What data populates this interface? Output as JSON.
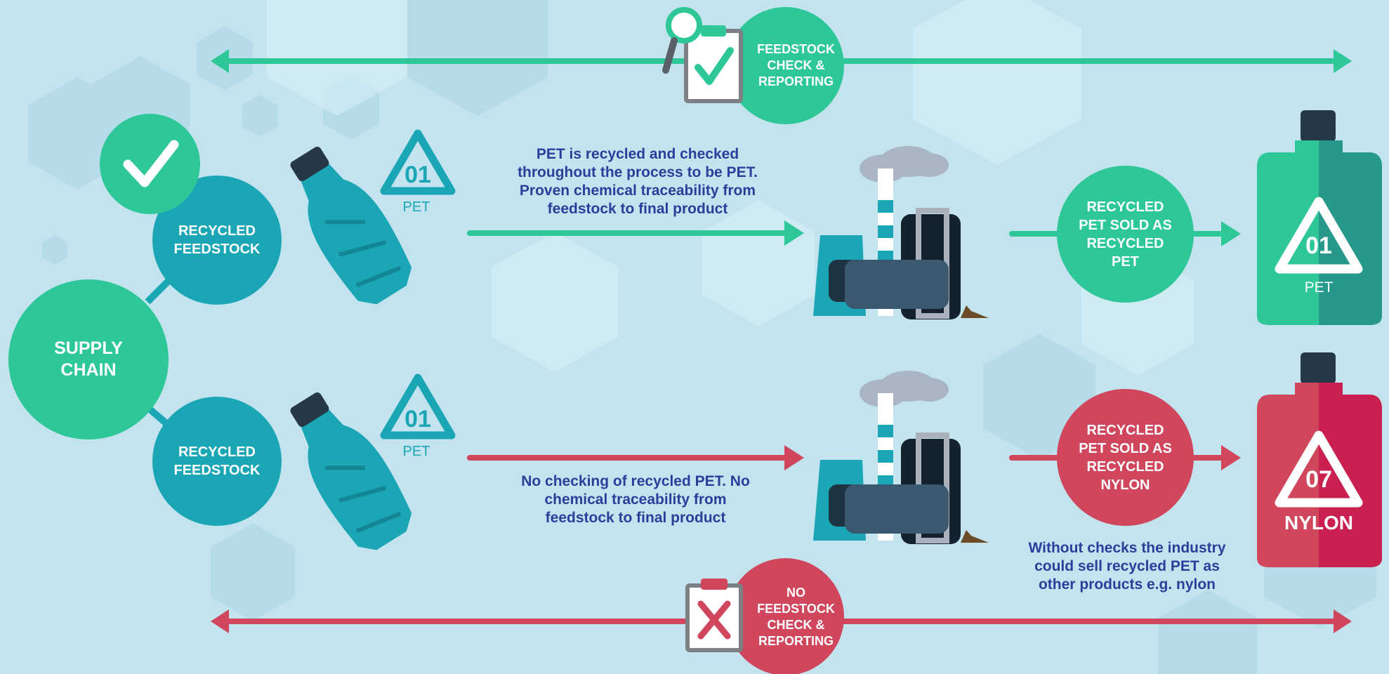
{
  "colors": {
    "background": "#c3e3ef",
    "green": "#2ec898",
    "teal": "#1aa6b5",
    "red": "#d0475d",
    "navy_text": "#2c3e9a",
    "factory_dark": "#1f3443"
  },
  "top_banner": {
    "label": "FEEDSTOCK CHECK & REPORTING",
    "icon": "clipboard-check-magnifier-icon"
  },
  "bottom_banner": {
    "label": "NO FEEDSTOCK CHECK & REPORTING",
    "icon": "clipboard-cross-icon"
  },
  "supply_chain": {
    "label": "SUPPLY CHAIN"
  },
  "checkmark_icon": "checkmark-icon",
  "rows": [
    {
      "feedstock_label": "RECYCLED FEEDSTOCK",
      "bottle_icon": "plastic-bottle-icon",
      "resin_code": "01",
      "resin_label": "PET",
      "description": "PET is recycled and checked throughout the process to be PET. Proven chemical traceability from feedstock to final product",
      "factory_icon": "factory-icon",
      "result_label": "RECYCLED PET SOLD AS RECYCLED PET",
      "container_code": "01",
      "container_label": "PET"
    },
    {
      "feedstock_label": "RECYCLED FEEDSTOCK",
      "bottle_icon": "plastic-bottle-icon",
      "resin_code": "01",
      "resin_label": "PET",
      "description": "No checking of recycled PET. No chemical traceability from feedstock to final product",
      "factory_icon": "factory-icon",
      "result_label": "RECYCLED PET SOLD AS RECYCLED NYLON",
      "container_code": "07",
      "container_label": "NYLON",
      "note": "Without checks the industry could sell recycled PET as other products e.g. nylon"
    }
  ]
}
